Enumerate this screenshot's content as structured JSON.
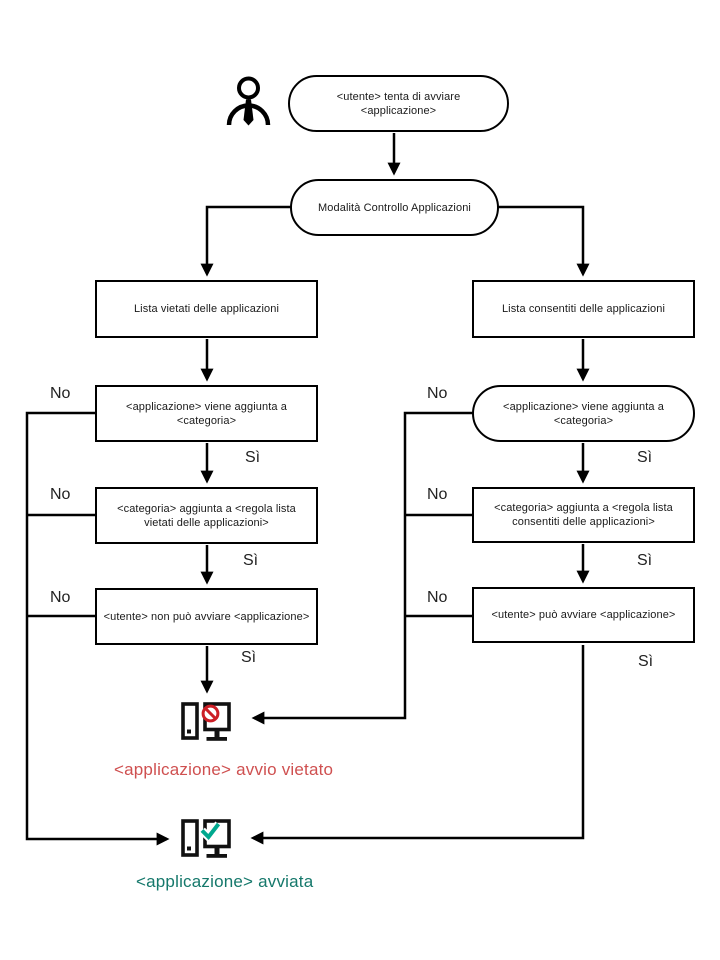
{
  "diagram": {
    "start": "<utente> tenta di avviare <applicazione>",
    "mode": "Modalità Controllo Applicazioni",
    "labels": {
      "yes": "Sì",
      "no": "No"
    },
    "deny_branch": {
      "list": "Lista vietati delle applicazioni",
      "step_app_added": "<applicazione> viene aggiunta a <categoria>",
      "step_category_rule": "<categoria> aggiunta a <regola lista vietati delle applicazioni>",
      "step_user": "<utente> non può avviare <applicazione>",
      "result": "<applicazione> avvio vietato"
    },
    "allow_branch": {
      "list": "Lista consentiti delle applicazioni",
      "step_app_added": "<applicazione> viene aggiunta a <categoria>",
      "step_category_rule": "<categoria> aggiunta a <regola lista consentiti delle applicazioni>",
      "step_user": "<utente> può avviare <applicazione>",
      "result": "<applicazione> avviata"
    }
  },
  "icons": {
    "user": "user-icon",
    "blocked_computer": "computer-blocked-icon",
    "prohibition": "prohibition-icon",
    "allowed_computer": "computer-allowed-icon",
    "checkmark": "checkmark-icon"
  },
  "colors": {
    "line": "#000000",
    "box_border": "#000000",
    "denied_text": "#cf5050",
    "denied_icon": "#cc1f26",
    "allowed_text": "#15786b",
    "allowed_icon": "#00a88e",
    "icon_stroke": "#111111",
    "white": "#ffffff"
  }
}
